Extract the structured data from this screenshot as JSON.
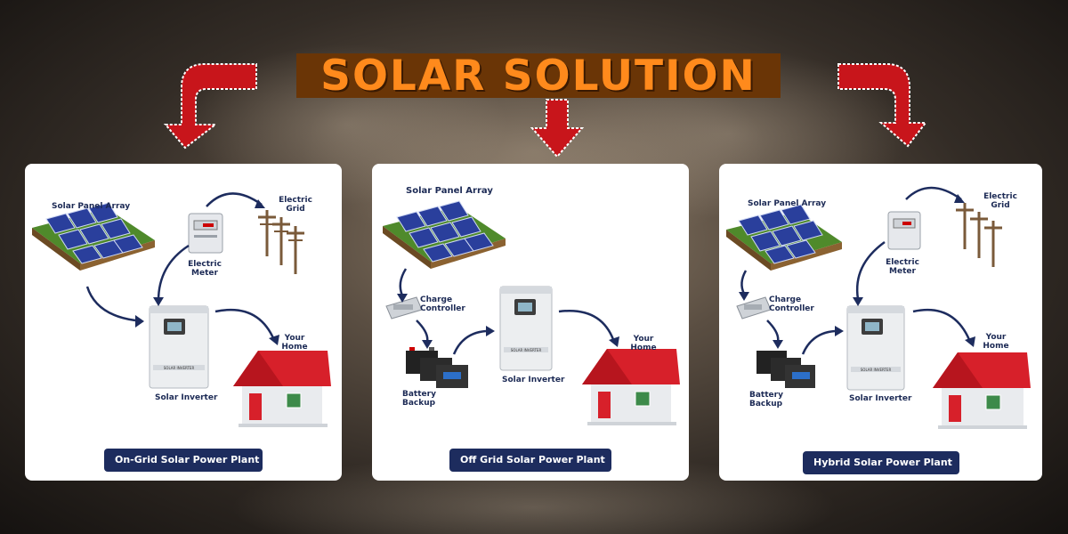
{
  "title": "SOLAR SOLUTION",
  "colors": {
    "title": "#ff8a1c",
    "title_bg": "#6a3506",
    "arrow": "#c8151b",
    "caption_bg": "#1d2c5e",
    "label": "#1c2a55"
  },
  "cards": [
    {
      "caption": "On-Grid Solar Power Plant",
      "panels": "Solar Panel Array",
      "meter": "Electric Meter",
      "grid": "Electric Grid",
      "inverter": "Solar Inverter",
      "home": "Your Home",
      "inverter_brand": "SOLAR INVERTER"
    },
    {
      "caption": "Off Grid Solar Power Plant",
      "panels": "Solar Panel Array",
      "controller": "Charge Controller",
      "battery": "Battery Backup",
      "inverter": "Solar Inverter",
      "home": "Your Home",
      "inverter_brand": "SOLAR INVERTER"
    },
    {
      "caption": "Hybrid Solar Power Plant",
      "panels": "Solar Panel Array",
      "meter": "Electric Meter",
      "grid": "Electric Grid",
      "controller": "Charge Controller",
      "battery": "Battery Backup",
      "inverter": "Solar Inverter",
      "home": "Your Home",
      "inverter_brand": "SOLAR INVERTER"
    }
  ]
}
